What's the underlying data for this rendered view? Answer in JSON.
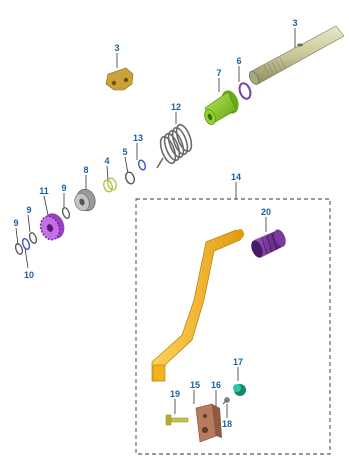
{
  "diagram": {
    "callouts": [
      {
        "id": "c3a",
        "text": "3"
      },
      {
        "id": "c3b",
        "text": "3"
      },
      {
        "id": "c6",
        "text": "6"
      },
      {
        "id": "c7",
        "text": "7"
      },
      {
        "id": "c12",
        "text": "12"
      },
      {
        "id": "c13",
        "text": "13"
      },
      {
        "id": "c5",
        "text": "5"
      },
      {
        "id": "c4",
        "text": "4"
      },
      {
        "id": "c8",
        "text": "8"
      },
      {
        "id": "c9a",
        "text": "9"
      },
      {
        "id": "c11",
        "text": "11"
      },
      {
        "id": "c9b",
        "text": "9"
      },
      {
        "id": "c9c",
        "text": "9"
      },
      {
        "id": "c10",
        "text": "10"
      },
      {
        "id": "c14",
        "text": "14"
      },
      {
        "id": "c20",
        "text": "20"
      },
      {
        "id": "c17",
        "text": "17"
      },
      {
        "id": "c15",
        "text": "15"
      },
      {
        "id": "c16",
        "text": "16"
      },
      {
        "id": "c19",
        "text": "19"
      },
      {
        "id": "c18",
        "text": "18"
      }
    ],
    "colors": {
      "callout": "#1a5f9e",
      "shaft": "#c8c89a",
      "bracket": "#c9a23a",
      "green_hub": "#8fd12a",
      "ring": "#7b3fa0",
      "spring": "#8a8a8a",
      "gear": "#b45ad8",
      "pedal": "#f2b21e",
      "purple_roller": "#6b2a8a",
      "block": "#b97a5e",
      "teal_part": "#1fa48a",
      "kit_border": "#333333"
    }
  }
}
